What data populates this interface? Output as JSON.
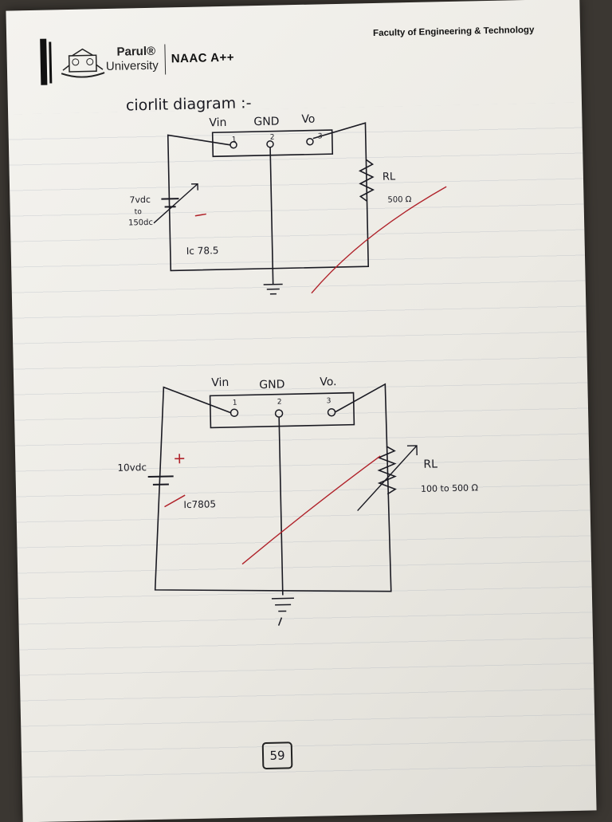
{
  "header": {
    "brand_name": "Parul®",
    "brand_sub": "University",
    "naac": "NAAC A++",
    "faculty": "Faculty of Engineering & Technology"
  },
  "heading": "ciorlit diagram :-",
  "circuit1": {
    "pin_labels": [
      "Vin",
      "GND",
      "Vo"
    ],
    "pin_numbers": [
      "1",
      "2",
      "3"
    ],
    "source_label": "7vdc to 150dc",
    "source_line1": "7vdc",
    "source_line2": "to",
    "source_line3": "150dc",
    "ic_label": "Ic 78.5",
    "load_label": "RL",
    "load_value": "500 Ω"
  },
  "circuit2": {
    "pin_labels": [
      "Vin",
      "GND",
      "Vo."
    ],
    "pin_numbers": [
      "1",
      "2",
      "3"
    ],
    "source_label": "10vdc",
    "ic_label": "Ic7805",
    "load_label": "RL",
    "load_value": "100 to 500 Ω"
  },
  "page_number": "59",
  "colors": {
    "ink": "#1a1a22",
    "red_pen": "#b0222a",
    "paper": "#eeede8"
  }
}
